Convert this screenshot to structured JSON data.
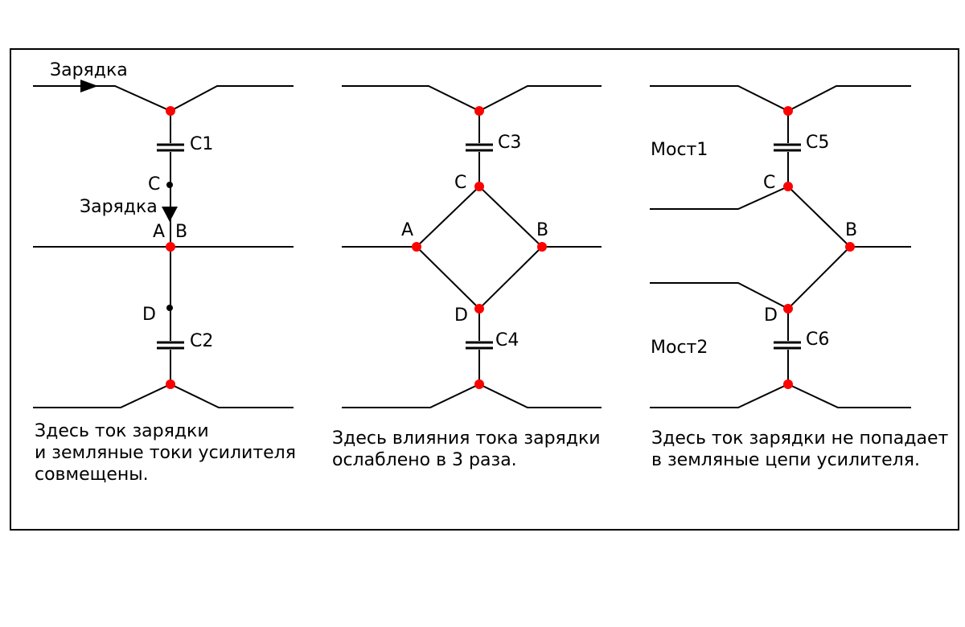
{
  "colors": {
    "background": "#ffffff",
    "wire": "#000000",
    "junction_red": "#ff0000",
    "tap_node_black": "#000000",
    "text": "#000000"
  },
  "diagrams": [
    {
      "charge_top_label": "Зарядка",
      "charge_mid_label": "Зарядка",
      "cap_top_label": "C1",
      "cap_bottom_label": "C2",
      "node_c_label": "C",
      "node_a_label": "A",
      "node_b_label": "B",
      "node_d_label": "D",
      "caption": [
        "Здесь ток зарядки",
        "и земляные токи усилителя",
        "совмещены."
      ]
    },
    {
      "cap_top_label": "C3",
      "cap_bottom_label": "C4",
      "node_c_label": "C",
      "node_a_label": "A",
      "node_b_label": "B",
      "node_d_label": "D",
      "caption": [
        "Здесь влияния тока зарядки",
        "ослаблено в 3 раза."
      ]
    },
    {
      "bridge1_label": "Мост1",
      "bridge2_label": "Мост2",
      "cap_top_label": "C5",
      "cap_bottom_label": "C6",
      "node_c_label": "C",
      "node_b_label": "B",
      "node_d_label": "D",
      "caption": [
        "Здесь ток зарядки не попадает",
        "в земляные цепи усилителя."
      ]
    }
  ]
}
